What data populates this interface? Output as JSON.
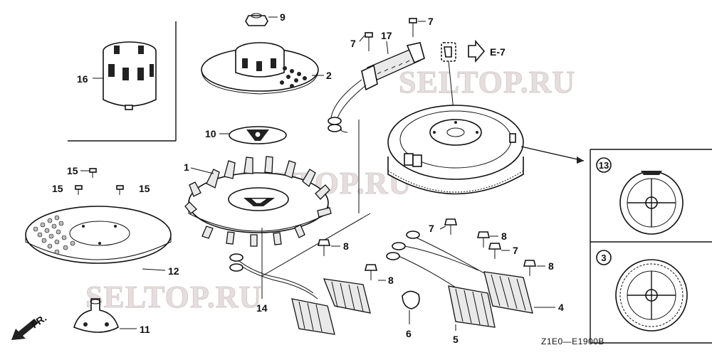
{
  "watermark": "SELTOP.RU",
  "drawing_code": "Z1E0—E1900B",
  "ref_arrow_label": "E-7",
  "front_label": "FR.",
  "icons": {
    "front_arrow": "arrow-down-left-icon",
    "ref_arrow": "arrow-right-outline-icon"
  },
  "callouts": {
    "c1": "1",
    "c2": "2",
    "c3": "3",
    "c4": "4",
    "c5": "5",
    "c6": "6",
    "c7a": "7",
    "c7b": "7",
    "c7c": "7",
    "c7d": "7",
    "c8a": "8",
    "c8b": "8",
    "c8c": "8",
    "c8d": "8",
    "c9": "9",
    "c10": "10",
    "c11": "11",
    "c12": "12",
    "c13": "13",
    "c14": "14",
    "c15a": "15",
    "c15b": "15",
    "c15c": "15",
    "c16": "16",
    "c17": "17"
  }
}
